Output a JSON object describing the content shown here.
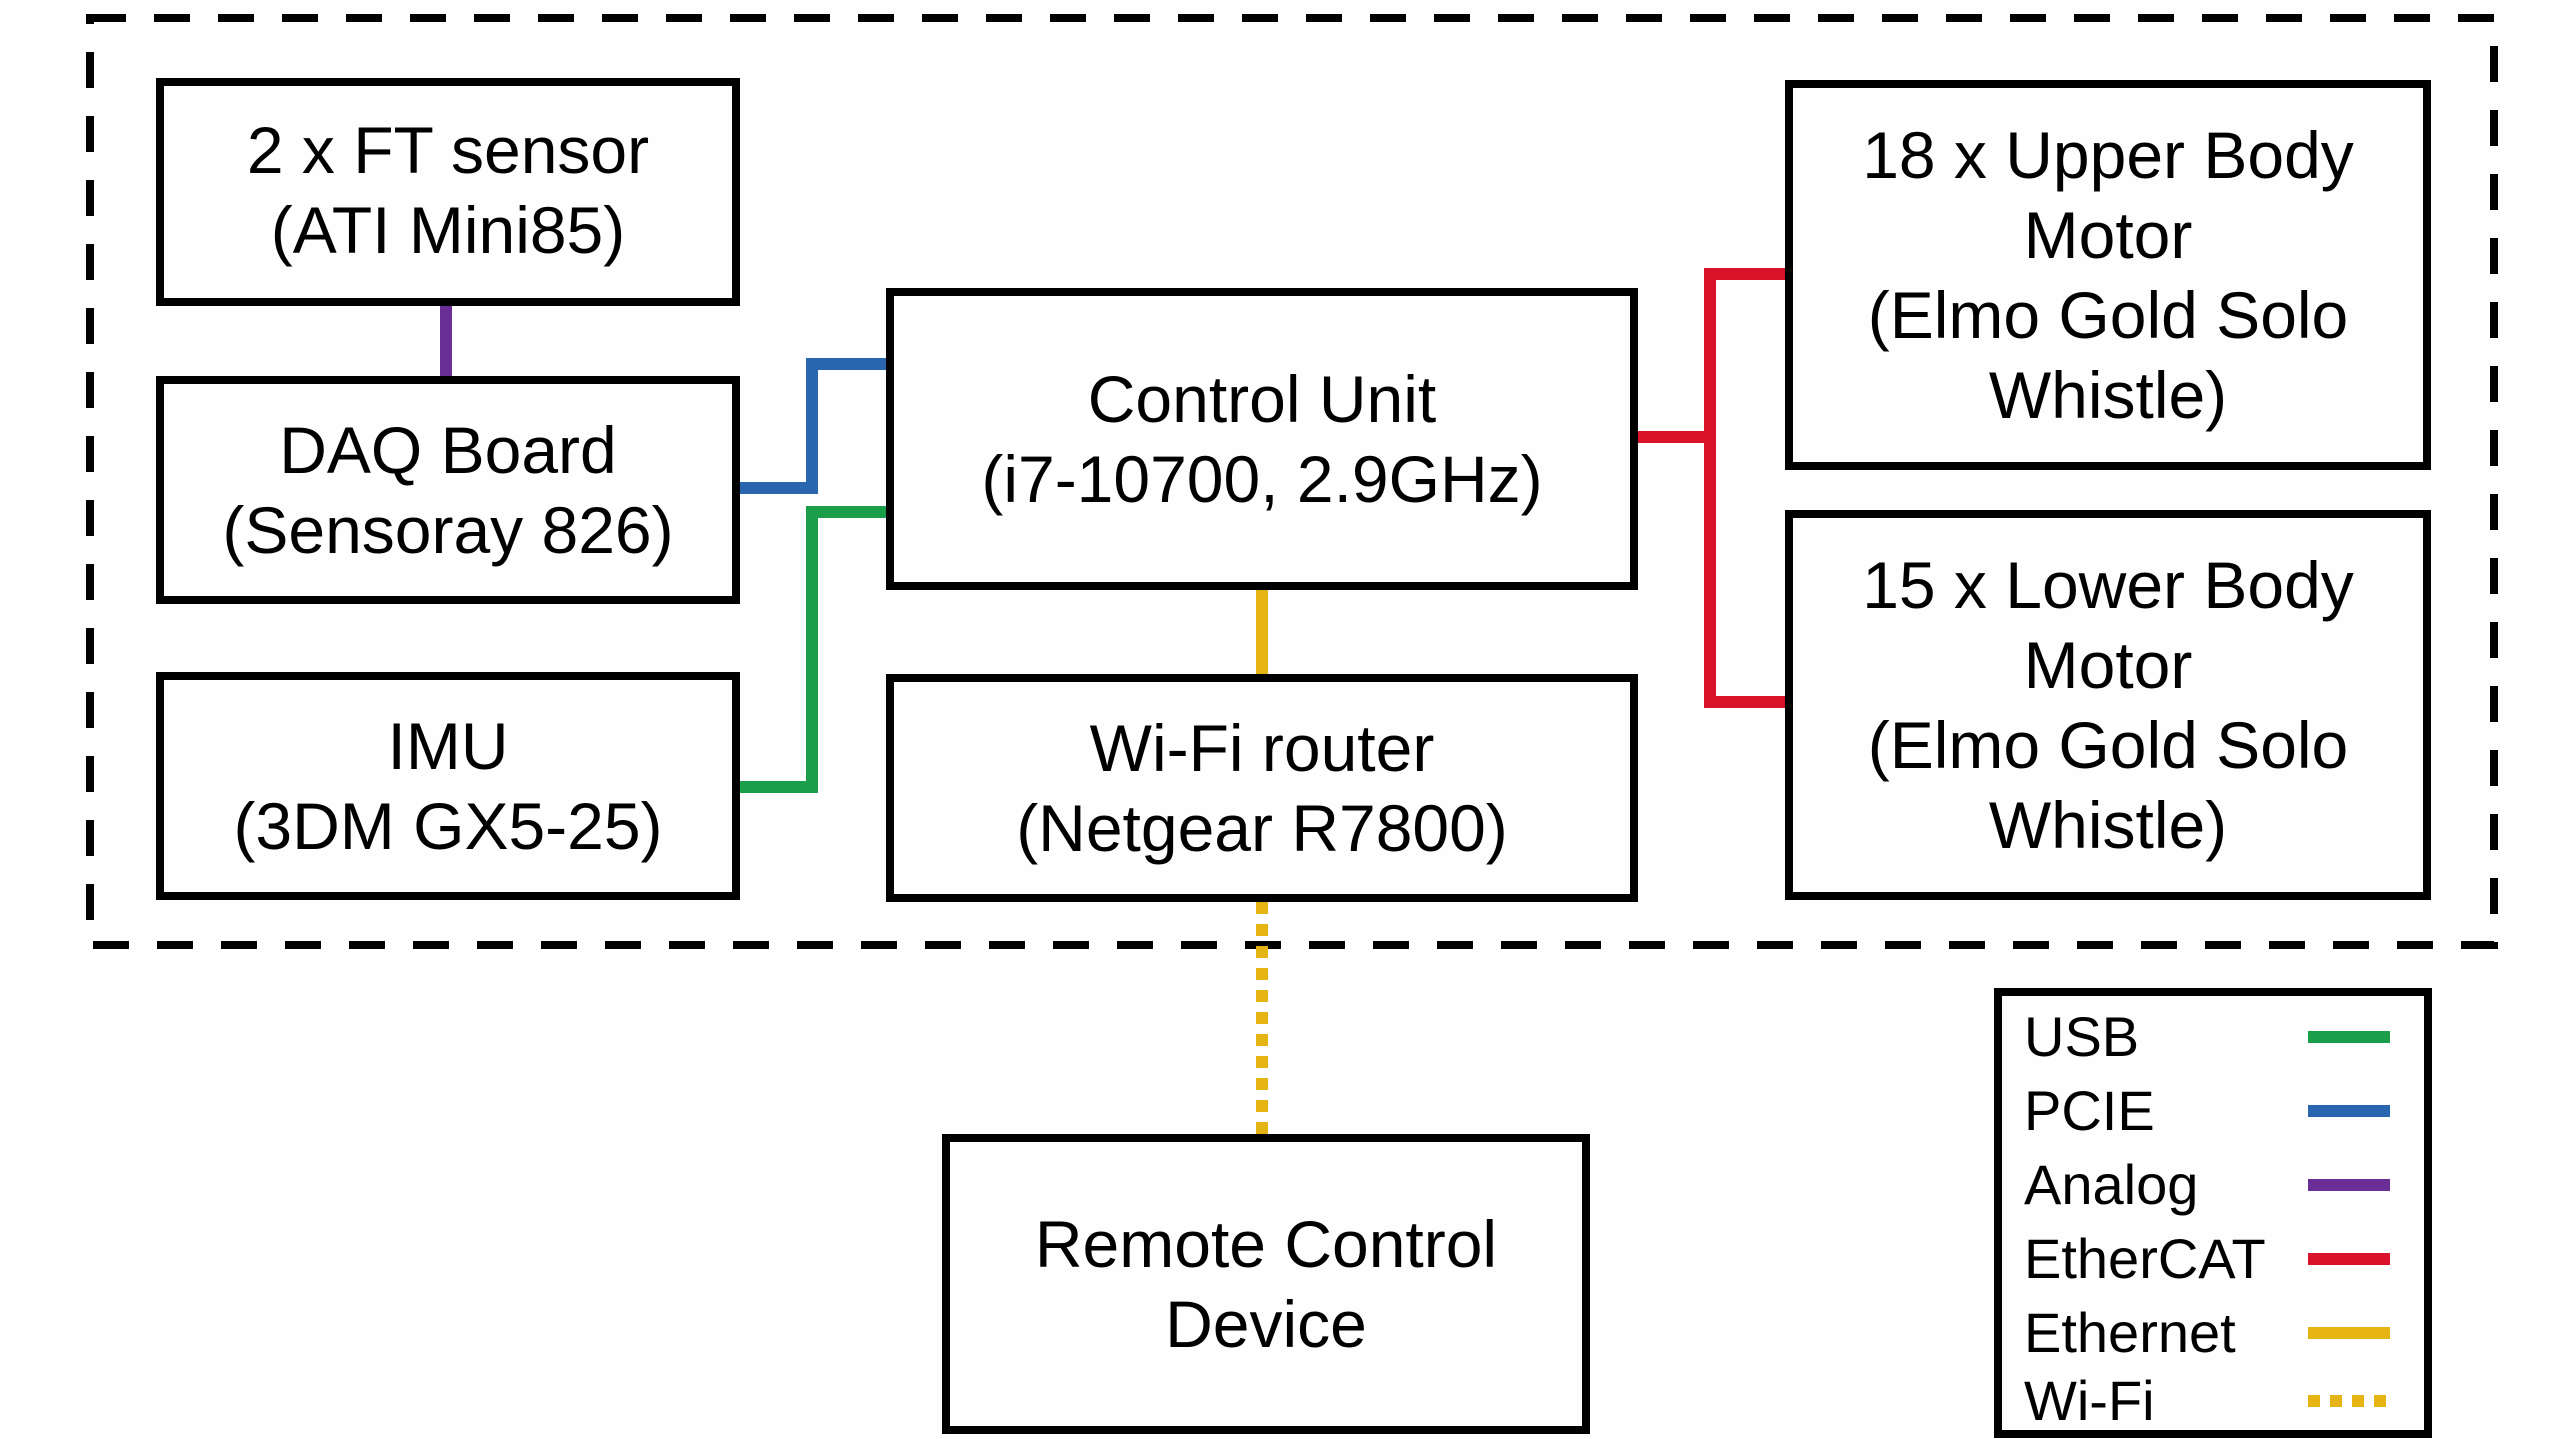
{
  "diagram": {
    "title": "",
    "enclosure": "robot system boundary",
    "nodes": {
      "ft_sensor": {
        "lines": [
          "2 x FT sensor",
          "(ATI Mini85)"
        ]
      },
      "daq_board": {
        "lines": [
          "DAQ Board",
          "(Sensoray 826)"
        ]
      },
      "imu": {
        "lines": [
          "IMU",
          "(3DM GX5-25)"
        ]
      },
      "control_unit": {
        "lines": [
          "Control Unit",
          "(i7-10700, 2.9GHz)"
        ]
      },
      "wifi_router": {
        "lines": [
          "Wi-Fi router",
          "(Netgear R7800)"
        ]
      },
      "upper_motor": {
        "lines": [
          "18 x Upper Body",
          "Motor",
          "(Elmo Gold Solo",
          "Whistle)"
        ]
      },
      "lower_motor": {
        "lines": [
          "15 x Lower Body",
          "Motor",
          "(Elmo Gold Solo",
          "Whistle)"
        ]
      },
      "remote_device": {
        "lines": [
          "Remote Control",
          "Device"
        ]
      }
    },
    "edges": [
      {
        "from": "ft_sensor",
        "to": "daq_board",
        "type": "Analog"
      },
      {
        "from": "daq_board",
        "to": "control_unit",
        "type": "PCIE"
      },
      {
        "from": "imu",
        "to": "control_unit",
        "type": "USB"
      },
      {
        "from": "control_unit",
        "to": "upper_motor",
        "type": "EtherCAT"
      },
      {
        "from": "control_unit",
        "to": "lower_motor",
        "type": "EtherCAT"
      },
      {
        "from": "control_unit",
        "to": "wifi_router",
        "type": "Ethernet"
      },
      {
        "from": "wifi_router",
        "to": "remote_device",
        "type": "Wi-Fi"
      }
    ],
    "legend": [
      {
        "label": "USB",
        "color": "#1a9e4a",
        "style": "solid"
      },
      {
        "label": "PCIE",
        "color": "#2a66b0",
        "style": "solid"
      },
      {
        "label": "Analog",
        "color": "#6a2f96",
        "style": "solid"
      },
      {
        "label": "EtherCAT",
        "color": "#d9142a",
        "style": "solid"
      },
      {
        "label": "Ethernet",
        "color": "#e6b412",
        "style": "solid"
      },
      {
        "label": "Wi-Fi",
        "color": "#e6b412",
        "style": "dotted"
      }
    ]
  }
}
